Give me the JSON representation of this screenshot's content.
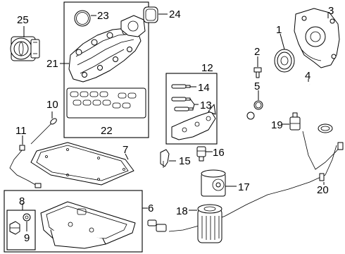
{
  "diagram": {
    "callouts": {
      "c1": "1",
      "c2": "2",
      "c3": "3",
      "c4": "4",
      "c5": "5",
      "c6": "6",
      "c7": "7",
      "c8": "8",
      "c9": "9",
      "c10": "10",
      "c11": "11",
      "c12": "12",
      "c13": "13",
      "c14": "14",
      "c15": "15",
      "c16": "16",
      "c17": "17",
      "c18": "18",
      "c19": "19",
      "c20": "20",
      "c21": "21",
      "c22": "22",
      "c23": "23",
      "c24": "24",
      "c25": "25"
    },
    "line_color": "#000000",
    "background": "#ffffff"
  }
}
